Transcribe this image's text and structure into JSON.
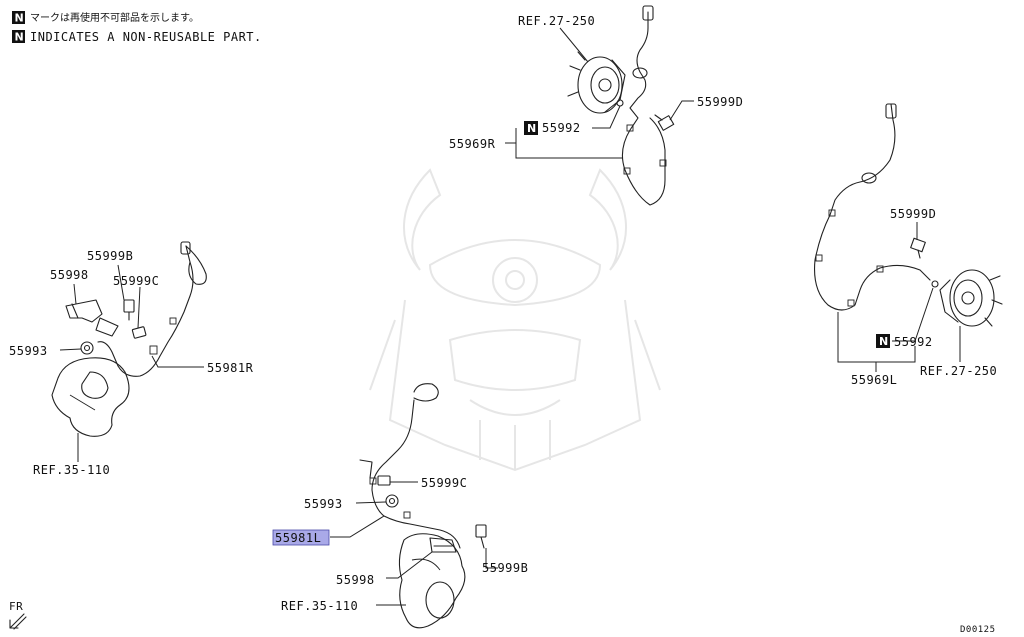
{
  "legend": {
    "badge": "N",
    "japanese": "マークは再使用不可部品を示します。",
    "english": "INDICATES A NON-REUSABLE PART."
  },
  "callouts": {
    "ref_27_250_top": "REF.27-250",
    "p55999d_top": "55999D",
    "p55992_top": "55992",
    "p55969r": "55969R",
    "p55999d_right": "55999D",
    "p55992_right": "55992",
    "ref_27_250_right": "REF.27-250",
    "p55969l": "55969L",
    "p55999b_left": "55999B",
    "p55998_left": "55998",
    "p55999c_left": "55999C",
    "p55993_left": "55993",
    "p55981r": "55981R",
    "ref_35_110_left": "REF.35-110",
    "p55999c_bottom": "55999C",
    "p55993_bottom": "55993",
    "p55981l": "55981L",
    "p55999b_bottom": "55999B",
    "p55998_bottom": "55998",
    "ref_35_110_bottom": "REF.35-110"
  },
  "non_reusable_badge": "N",
  "direction_label": "FR",
  "diagram_code": "D00125",
  "highlight_color": "#a9a9e8"
}
